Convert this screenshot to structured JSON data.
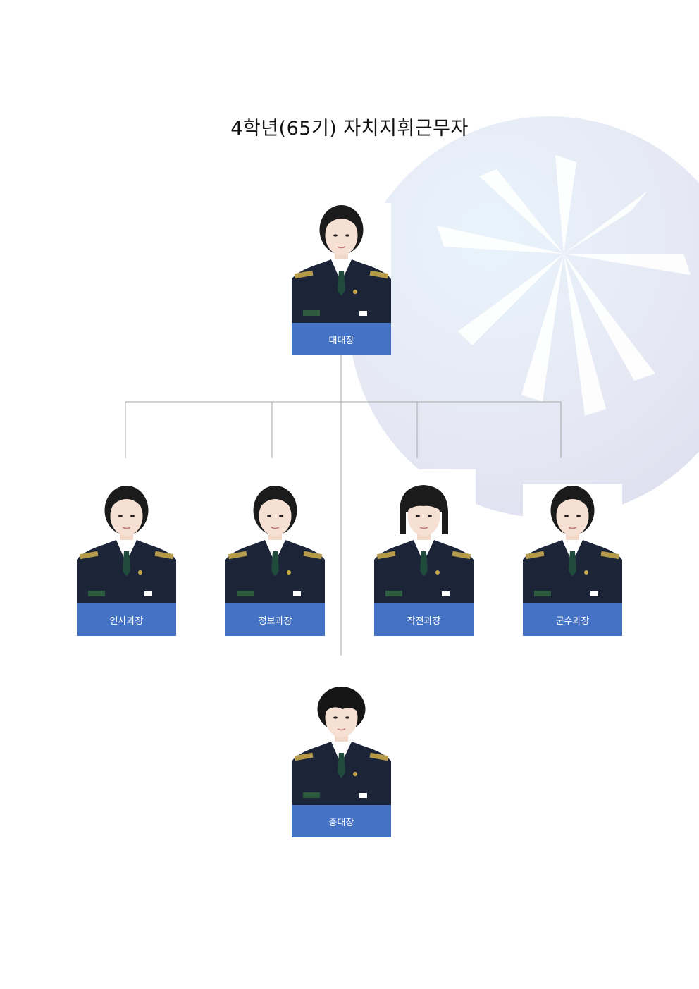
{
  "title": "4학년(65기)  자치지휘근무자",
  "colors": {
    "label_bg": "#4472c4",
    "label_text": "#ffffff",
    "line": "#a6a6a6",
    "uniform": "#1c2438"
  },
  "org": {
    "top": {
      "role": "대대장",
      "hair": "ponytail"
    },
    "staff": [
      {
        "role": "인사과장",
        "hair": "ponytail"
      },
      {
        "role": "정보과장",
        "hair": "ponytail"
      },
      {
        "role": "작전과장",
        "hair": "bangs"
      },
      {
        "role": "군수과장",
        "hair": "ponytail"
      }
    ],
    "bottom": {
      "role": "중대장",
      "hair": "short"
    }
  }
}
